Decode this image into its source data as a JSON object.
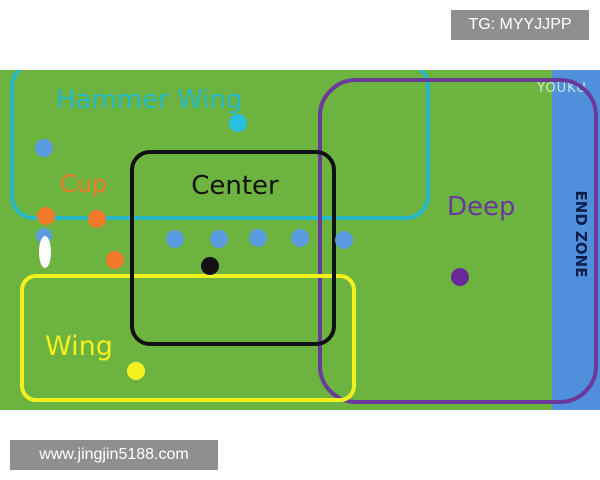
{
  "watermarks": {
    "top": "TG: MYYJJPP",
    "bottom": "www.jingjin5188.com",
    "brand": "YOUKU"
  },
  "zones": {
    "hammer_wing": "Hammer Wing",
    "cup": "Cup",
    "center": "Center",
    "deep": "Deep",
    "wing": "Wing",
    "end_zone": "END ZONE"
  },
  "colors": {
    "field": "#6db33f",
    "end_zone": "#4f8fdc",
    "hammer_wing": "#27b8c8",
    "cup": "#f07a2a",
    "center": "#111111",
    "deep": "#6a3a9a",
    "wing": "#f3f020",
    "player_blue": "#5b9be0",
    "player_orange": "#f07a2a",
    "player_purple": "#6a2a9a",
    "player_yellow": "#f5f020",
    "disc": "#ffffff"
  }
}
